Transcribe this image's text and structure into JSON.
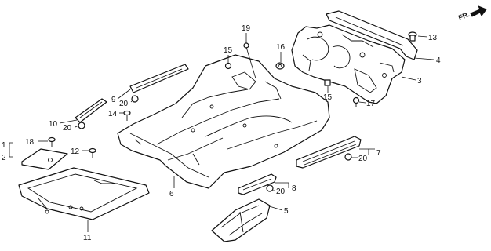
{
  "direction_marker": {
    "text": "FR.",
    "icon": "arrow-icon"
  },
  "callouts": {
    "c1": "1",
    "c2": "2",
    "c3": "3",
    "c4": "4",
    "c5": "5",
    "c6": "6",
    "c7": "7",
    "c8": "8",
    "c9": "9",
    "c10": "10",
    "c11": "11",
    "c12": "12",
    "c13": "13",
    "c14": "14",
    "c15a": "15",
    "c15b": "15",
    "c16": "16",
    "c17": "17",
    "c18": "18",
    "c19": "19",
    "c20a": "20",
    "c20b": "20",
    "c20c": "20",
    "c20d": "20"
  },
  "colors": {
    "line": "#111111",
    "background": "#ffffff"
  }
}
